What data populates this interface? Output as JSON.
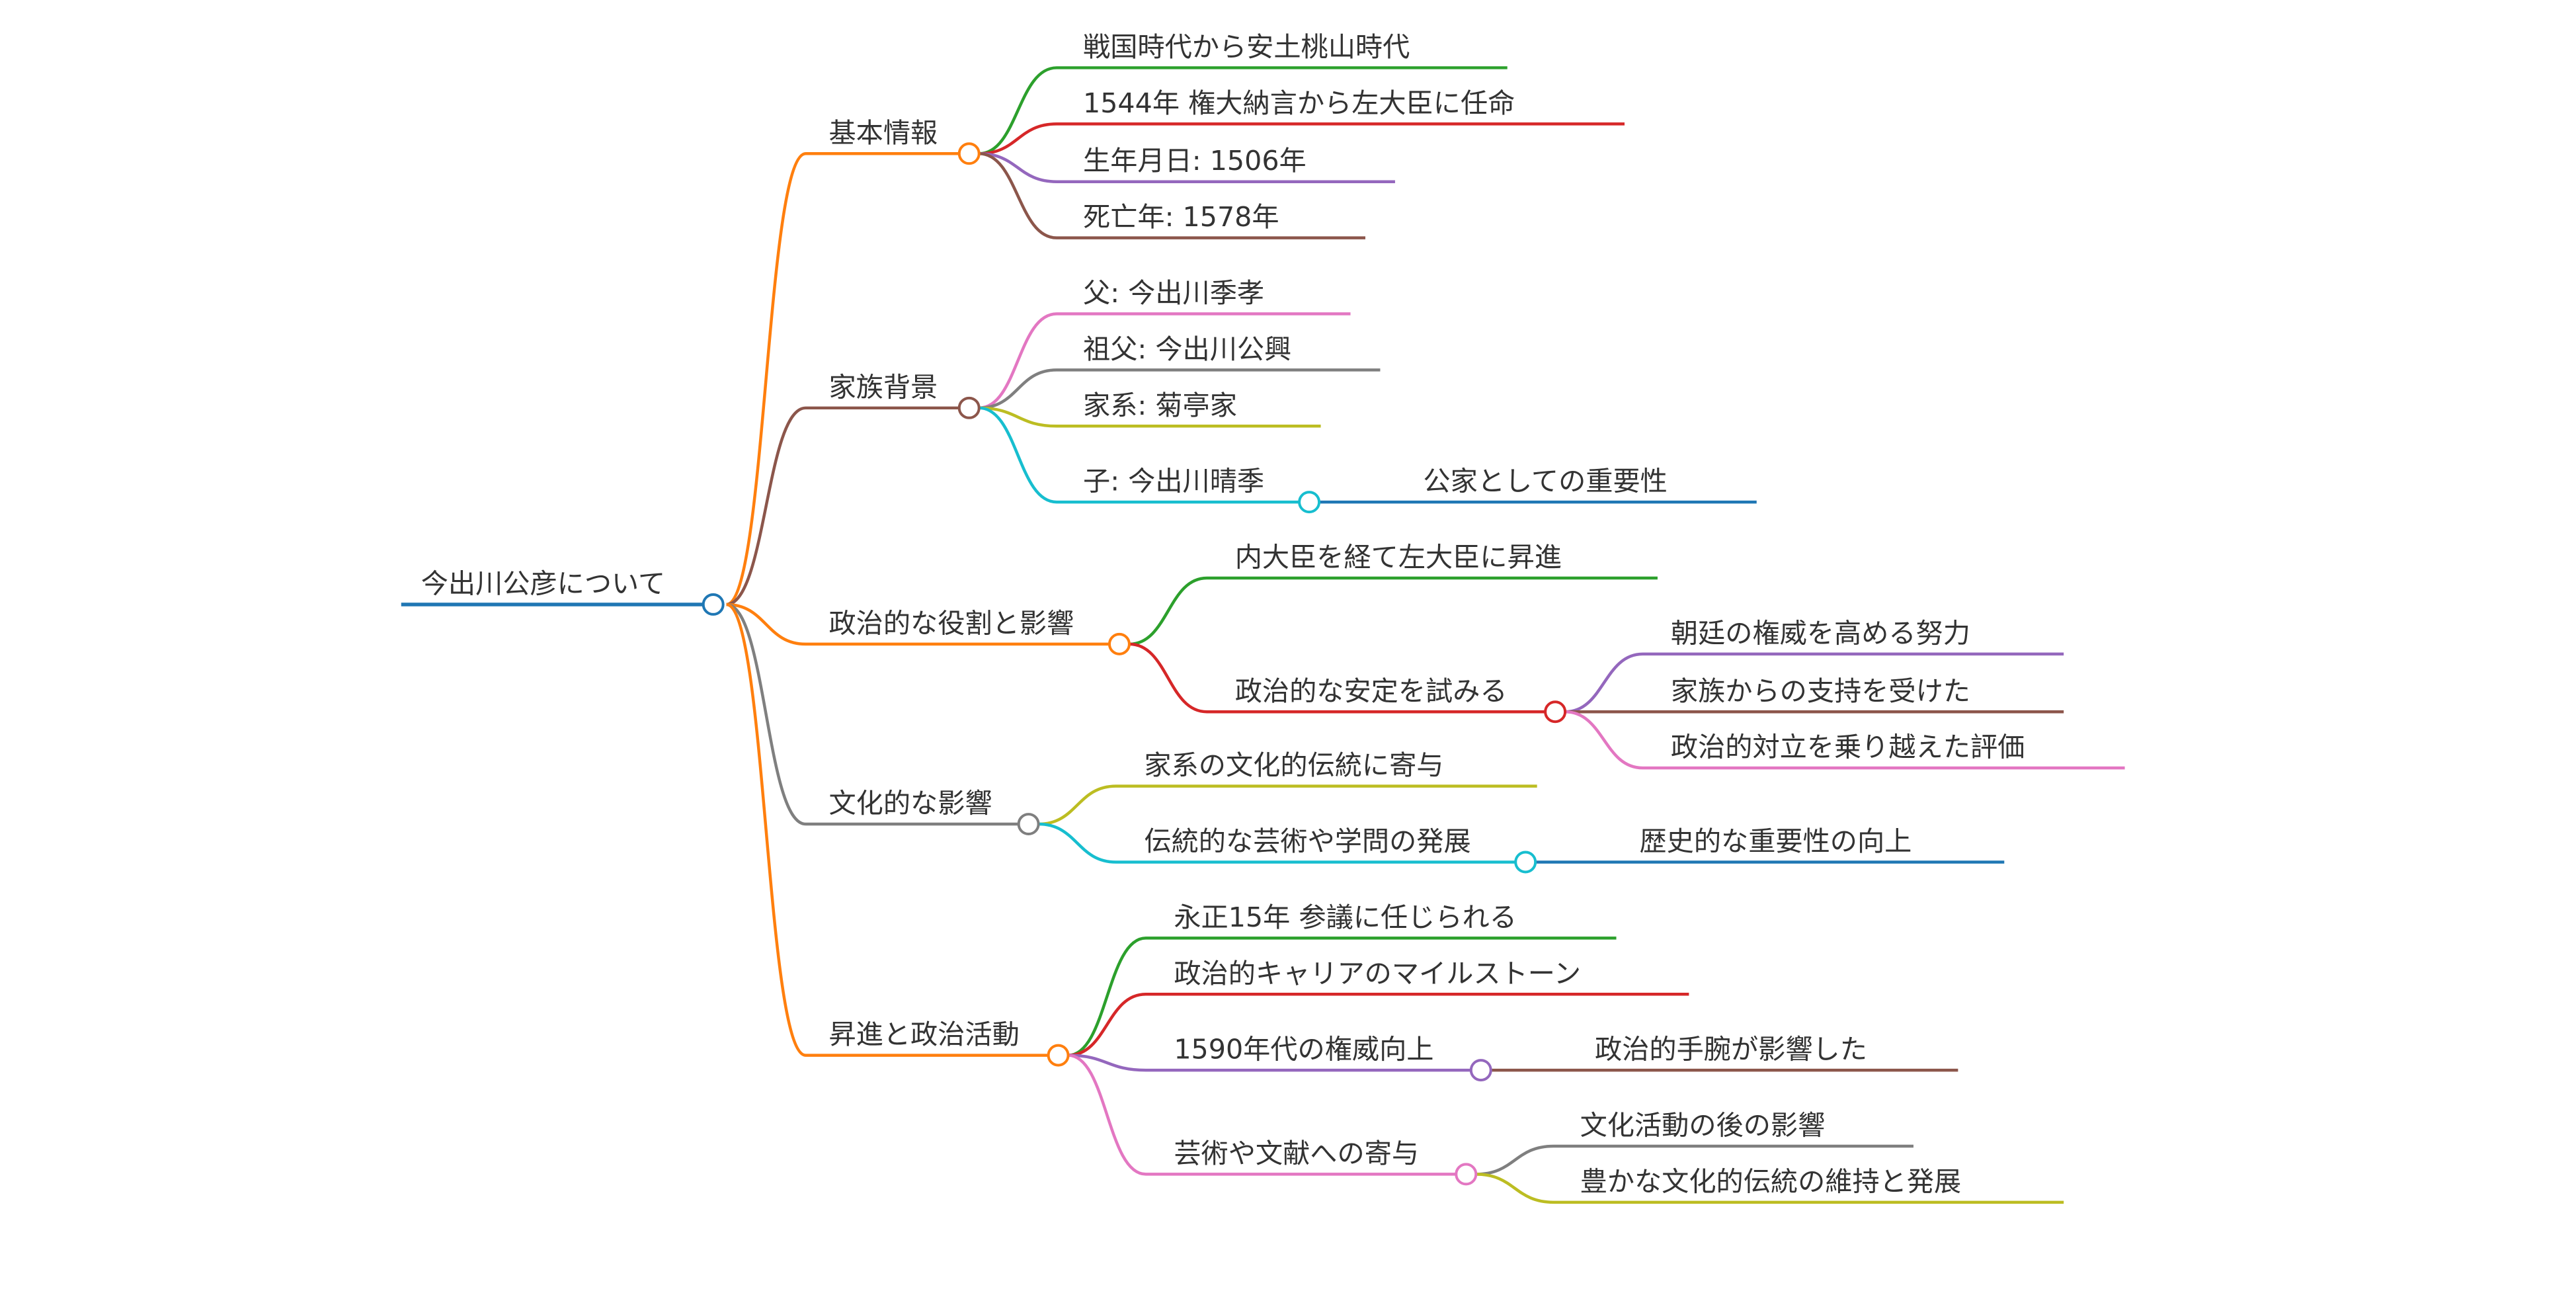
{
  "colors": {
    "blue": "#1f77b4",
    "orange": "#ff7f0e",
    "green": "#2ca02c",
    "red": "#d62728",
    "purple": "#9467bd",
    "brown": "#8c564b",
    "pink": "#e377c2",
    "gray": "#7f7f7f",
    "olive": "#bcbd22",
    "cyan": "#17becf"
  },
  "root": "今出川公彦について",
  "basic": {
    "label": "基本情報",
    "items": [
      "戦国時代から安土桃山時代",
      "1544年 権大納言から左大臣に任命",
      "生年月日: 1506年",
      "死亡年: 1578年"
    ]
  },
  "family": {
    "label": "家族背景",
    "items": [
      "父: 今出川季孝",
      "祖父: 今出川公興",
      "家系: 菊亭家",
      "子: 今出川晴季"
    ],
    "child_sub": "公家としての重要性"
  },
  "politics": {
    "label": "政治的な役割と影響",
    "items": [
      "内大臣を経て左大臣に昇進",
      "政治的な安定を試みる"
    ],
    "stability_sub": [
      "朝廷の権威を高める努力",
      "家族からの支持を受けた",
      "政治的対立を乗り越えた評価"
    ]
  },
  "culture": {
    "label": "文化的な影響",
    "items": [
      "家系の文化的伝統に寄与",
      "伝統的な芸術や学問の発展"
    ],
    "arts_sub": "歴史的な重要性の向上"
  },
  "career": {
    "label": "昇進と政治活動",
    "items": [
      "永正15年 参議に任じられる",
      "政治的キャリアのマイルストーン",
      "1590年代の権威向上",
      "芸術や文献への寄与"
    ],
    "authority_sub": "政治的手腕が影響した",
    "literature_sub": [
      "文化活動の後の影響",
      "豊かな文化的伝統の維持と発展"
    ]
  }
}
